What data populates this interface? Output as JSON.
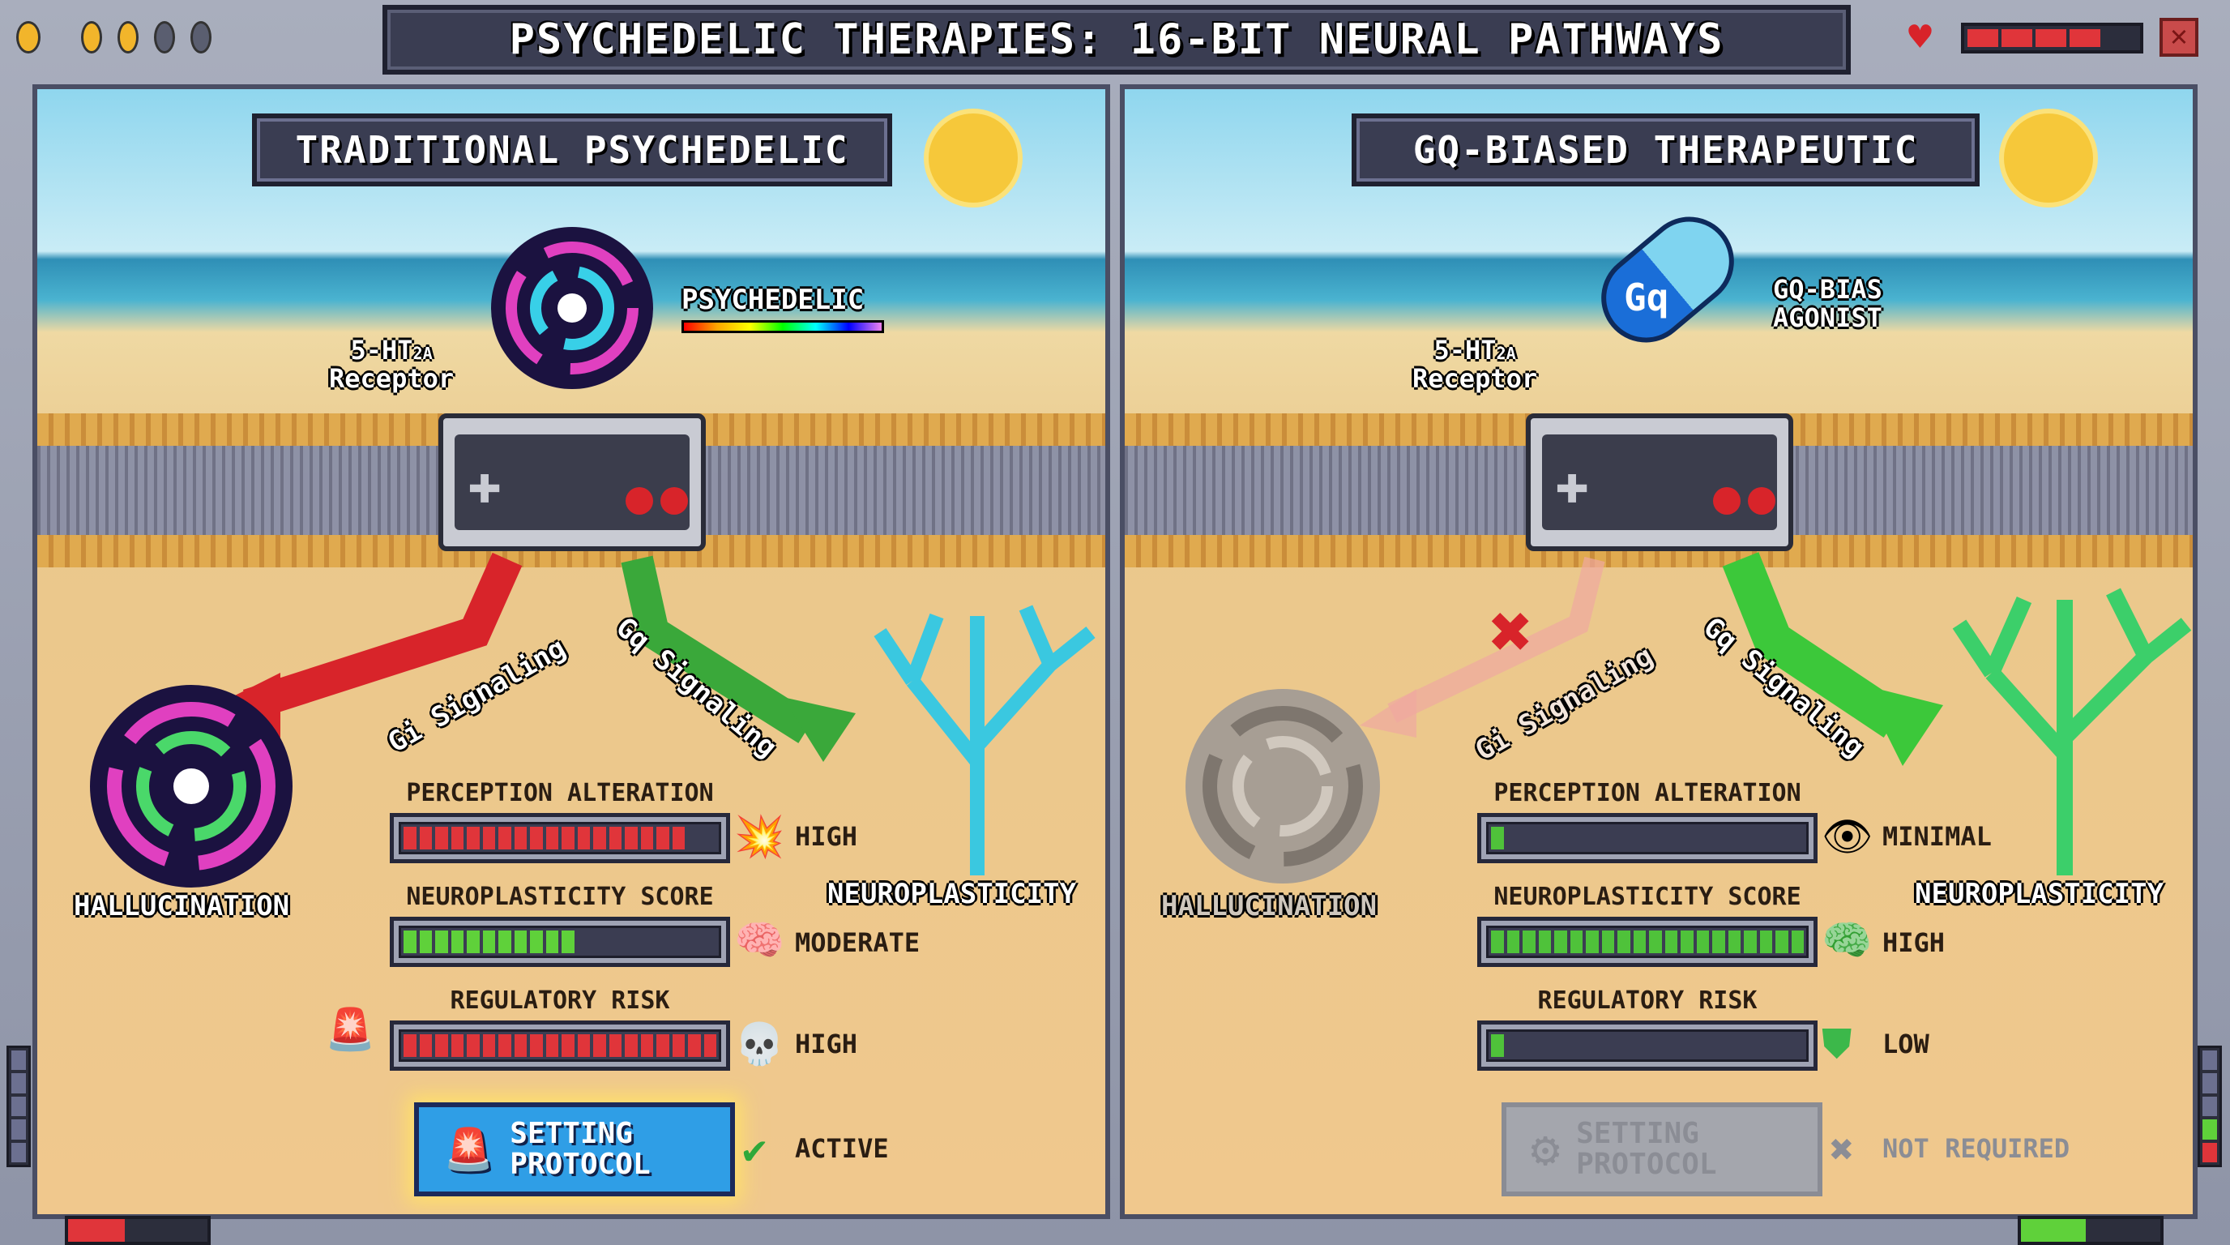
{
  "window": {
    "title": "PSYCHEDELIC THERAPIES: 16-BIT NEURAL PATHWAYS",
    "coins": {
      "filled": 3,
      "total": 5
    },
    "life": {
      "filled": 4,
      "total": 5
    },
    "close_icon": "x-icon"
  },
  "panels": [
    {
      "title": "TRADITIONAL PSYCHEDELIC",
      "ligand_label": "PSYCHEDELIC",
      "receptor_label_main": "5-HT",
      "receptor_label_sub": "2A",
      "receptor_label_line2": "Receptor",
      "gi_label": "Gi Signaling",
      "gq_label": "Gq Signaling",
      "hallucination_label": "HALLUCINATION",
      "neuroplasticity_label": "NEUROPLASTICITY",
      "stats": [
        {
          "label": "PERCEPTION ALTERATION",
          "segments_filled": 18,
          "segments_total": 20,
          "color": "#e0353a",
          "icon": "explosion-icon",
          "value": "HIGH"
        },
        {
          "label": "NEUROPLASTICITY SCORE",
          "segments_filled": 11,
          "segments_total": 20,
          "color": "#5fd13a",
          "icon": "brain-icon",
          "value": "MODERATE"
        },
        {
          "label": "REGULATORY RISK",
          "segments_filled": 20,
          "segments_total": 20,
          "color": "#e0353a",
          "icon": "skull-icon",
          "value": "HIGH"
        }
      ],
      "protocol_button": "SETTING PROTOCOL",
      "protocol_status": "ACTIVE",
      "protocol_status_icon": "checkmark-icon"
    },
    {
      "title": "GQ-BIASED THERAPEUTIC",
      "ligand_label": "GQ-BIAS AGONIST",
      "ligand_pill_text": "Gq",
      "receptor_label_main": "5-HT",
      "receptor_label_sub": "2A",
      "receptor_label_line2": "Receptor",
      "gi_label": "Gi Signaling",
      "gq_label": "Gq Signaling",
      "hallucination_label": "HALLUCINATION",
      "neuroplasticity_label": "NEUROPLASTICITY",
      "stats": [
        {
          "label": "PERCEPTION ALTERATION",
          "segments_filled": 1,
          "segments_total": 20,
          "color": "#4fc23a",
          "icon": "eye-icon",
          "value": "MINIMAL"
        },
        {
          "label": "NEUROPLASTICITY SCORE",
          "segments_filled": 20,
          "segments_total": 20,
          "color": "#4fc23a",
          "icon": "brain-icon",
          "value": "HIGH"
        },
        {
          "label": "REGULATORY RISK",
          "segments_filled": 1,
          "segments_total": 20,
          "color": "#4fc23a",
          "icon": "shield-icon",
          "value": "LOW"
        }
      ],
      "protocol_button": "SETTING PROTOCOL",
      "protocol_status": "NOT REQUIRED",
      "protocol_status_icon": "x-mark-icon"
    }
  ]
}
